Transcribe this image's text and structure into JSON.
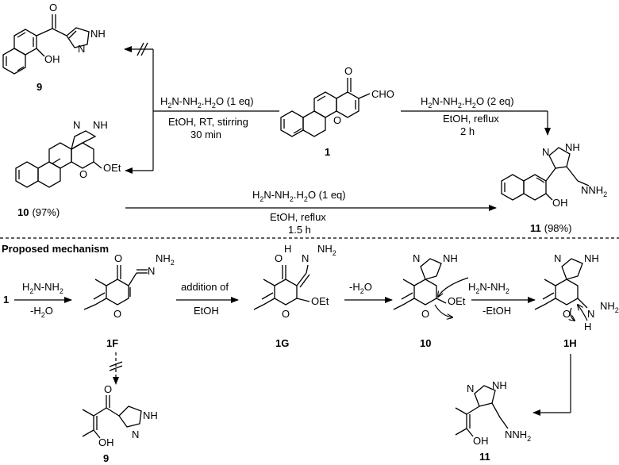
{
  "compounds": {
    "c1": "1",
    "c9": "9",
    "c10": "10",
    "c10_yield": "(97%)",
    "c11": "11",
    "c11_yield": "(98%)",
    "c1F": "1F",
    "c1G": "1G",
    "c1H": "1H"
  },
  "atoms": {
    "O": "O",
    "OH": "OH",
    "OEt": "OEt",
    "CHO": "CHO",
    "NH": "NH",
    "N": "N",
    "H": "H",
    "NH2": "NH",
    "NH2_sub": "2",
    "NNH2": "N",
    "NNH2_tail": "NH",
    "NNH2_sub": "2"
  },
  "conditions": {
    "left": {
      "line1_a": "H",
      "line1_b": "2",
      "line1_c": "N-NH",
      "line1_d": "2",
      "line1_e": ".H",
      "line1_f": "2",
      "line1_g": "O (1 eq)",
      "line2": "EtOH, RT, stirring",
      "line3": "30 min"
    },
    "right": {
      "line1_a": "H",
      "line1_b": "2",
      "line1_c": "N-NH",
      "line1_d": "2",
      "line1_e": ".H",
      "line1_f": "2",
      "line1_g": "O (2 eq)",
      "line2": "EtOH, reflux",
      "line3": "2 h"
    },
    "bottom": {
      "line1_a": "H",
      "line1_b": "2",
      "line1_c": "N-NH",
      "line1_d": "2",
      "line1_e": ".H",
      "line1_f": "2",
      "line1_g": "O (1 eq)",
      "line2": "EtOH, reflux",
      "line3": "1.5 h"
    }
  },
  "mechanism": {
    "title": "Proposed mechanism",
    "step1_a": "H",
    "step1_b": "2",
    "step1_c": "N-NH",
    "step1_d": "2",
    "step1_loss_a": "-H",
    "step1_loss_b": "2",
    "step1_loss_c": "O",
    "step2_top": "addition of",
    "step2_bottom": "EtOH",
    "step3_a": "-H",
    "step3_b": "2",
    "step3_c": "O",
    "step4_a": "H",
    "step4_b": "2",
    "step4_c": "N-NH",
    "step4_d": "2",
    "step4_loss": "-EtOH"
  }
}
